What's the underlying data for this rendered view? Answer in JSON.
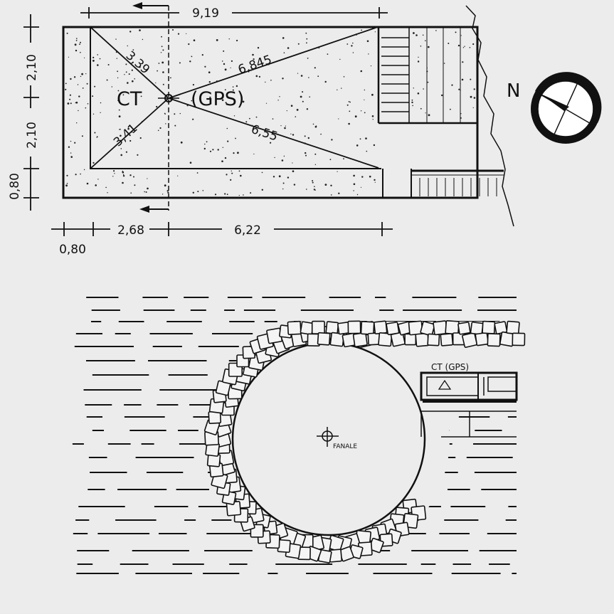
{
  "plan": {
    "top_width": "9,19",
    "diag_1": "3,39",
    "diag_2": "6,845",
    "diag_3": "3,41",
    "diag_4": "6,55",
    "station_code": "CT",
    "station_tag": "(GPS)",
    "left_upper": "2,10",
    "left_middle": "2,10",
    "left_lower": "0,80",
    "bottom_first": "0,80",
    "bottom_second": "2,68",
    "bottom_third": "6,22"
  },
  "compass": {
    "north_label": "N"
  },
  "pier": {
    "station_label": "CT (GPS)",
    "light_label": "FANALE"
  }
}
